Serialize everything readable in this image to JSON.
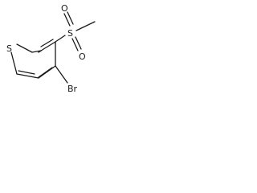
{
  "molecule": {
    "atoms": {
      "thiophene_sulfur": "S",
      "sulfonyl_sulfur": "S",
      "oxygen_top": "O",
      "oxygen_bottom": "O",
      "bromine": "Br"
    }
  }
}
